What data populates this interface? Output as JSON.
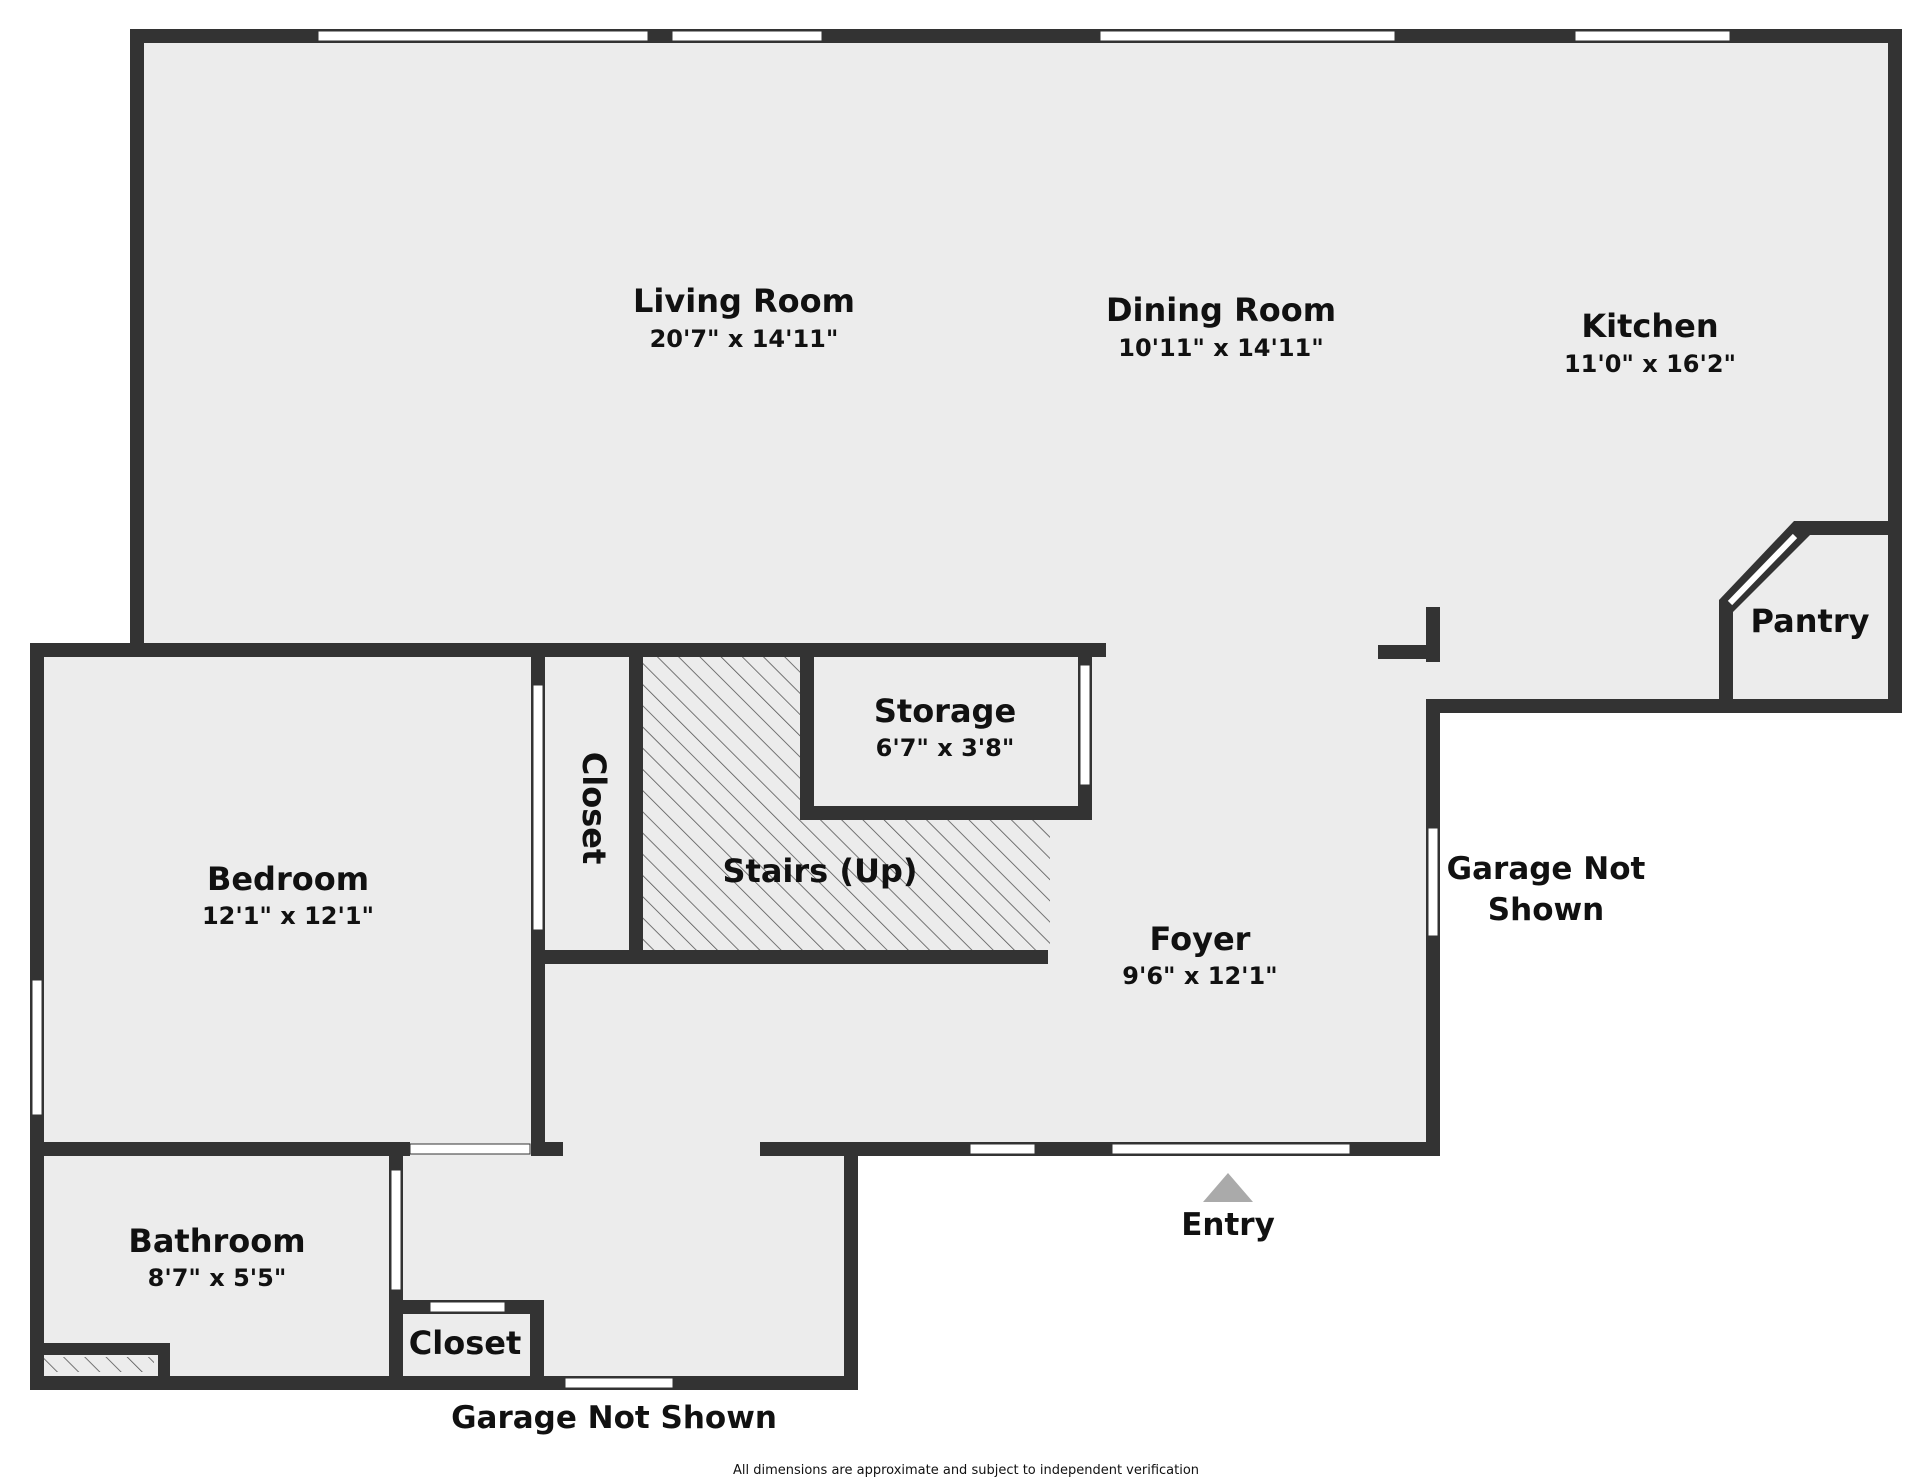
{
  "colors": {
    "wall": "#333333",
    "floor": "#ececec",
    "window": "#ffffff",
    "stairs_hatch": "#555555",
    "entry_arrow": "#aaaaaa"
  },
  "rooms": {
    "living_room": {
      "name": "Living Room",
      "dims": "20'7\" x 14'11\""
    },
    "dining_room": {
      "name": "Dining Room",
      "dims": "10'11\" x 14'11\""
    },
    "kitchen": {
      "name": "Kitchen",
      "dims": "11'0\" x 16'2\""
    },
    "pantry": {
      "name": "Pantry"
    },
    "storage": {
      "name": "Storage",
      "dims": "6'7\" x 3'8\""
    },
    "closet_vertical": {
      "name": "Closet"
    },
    "stairs": {
      "name": "Stairs (Up)"
    },
    "bedroom": {
      "name": "Bedroom",
      "dims": "12'1\" x 12'1\""
    },
    "foyer": {
      "name": "Foyer",
      "dims": "9'6\" x 12'1\""
    },
    "bathroom": {
      "name": "Bathroom",
      "dims": "8'7\" x 5'5\""
    },
    "closet_small": {
      "name": "Closet"
    }
  },
  "notes": {
    "garage_right_line1": "Garage Not",
    "garage_right_line2": "Shown",
    "garage_bottom": "Garage Not Shown",
    "entry": "Entry"
  },
  "footer": {
    "disclaimer": "All dimensions are approximate and subject to independent verification"
  }
}
